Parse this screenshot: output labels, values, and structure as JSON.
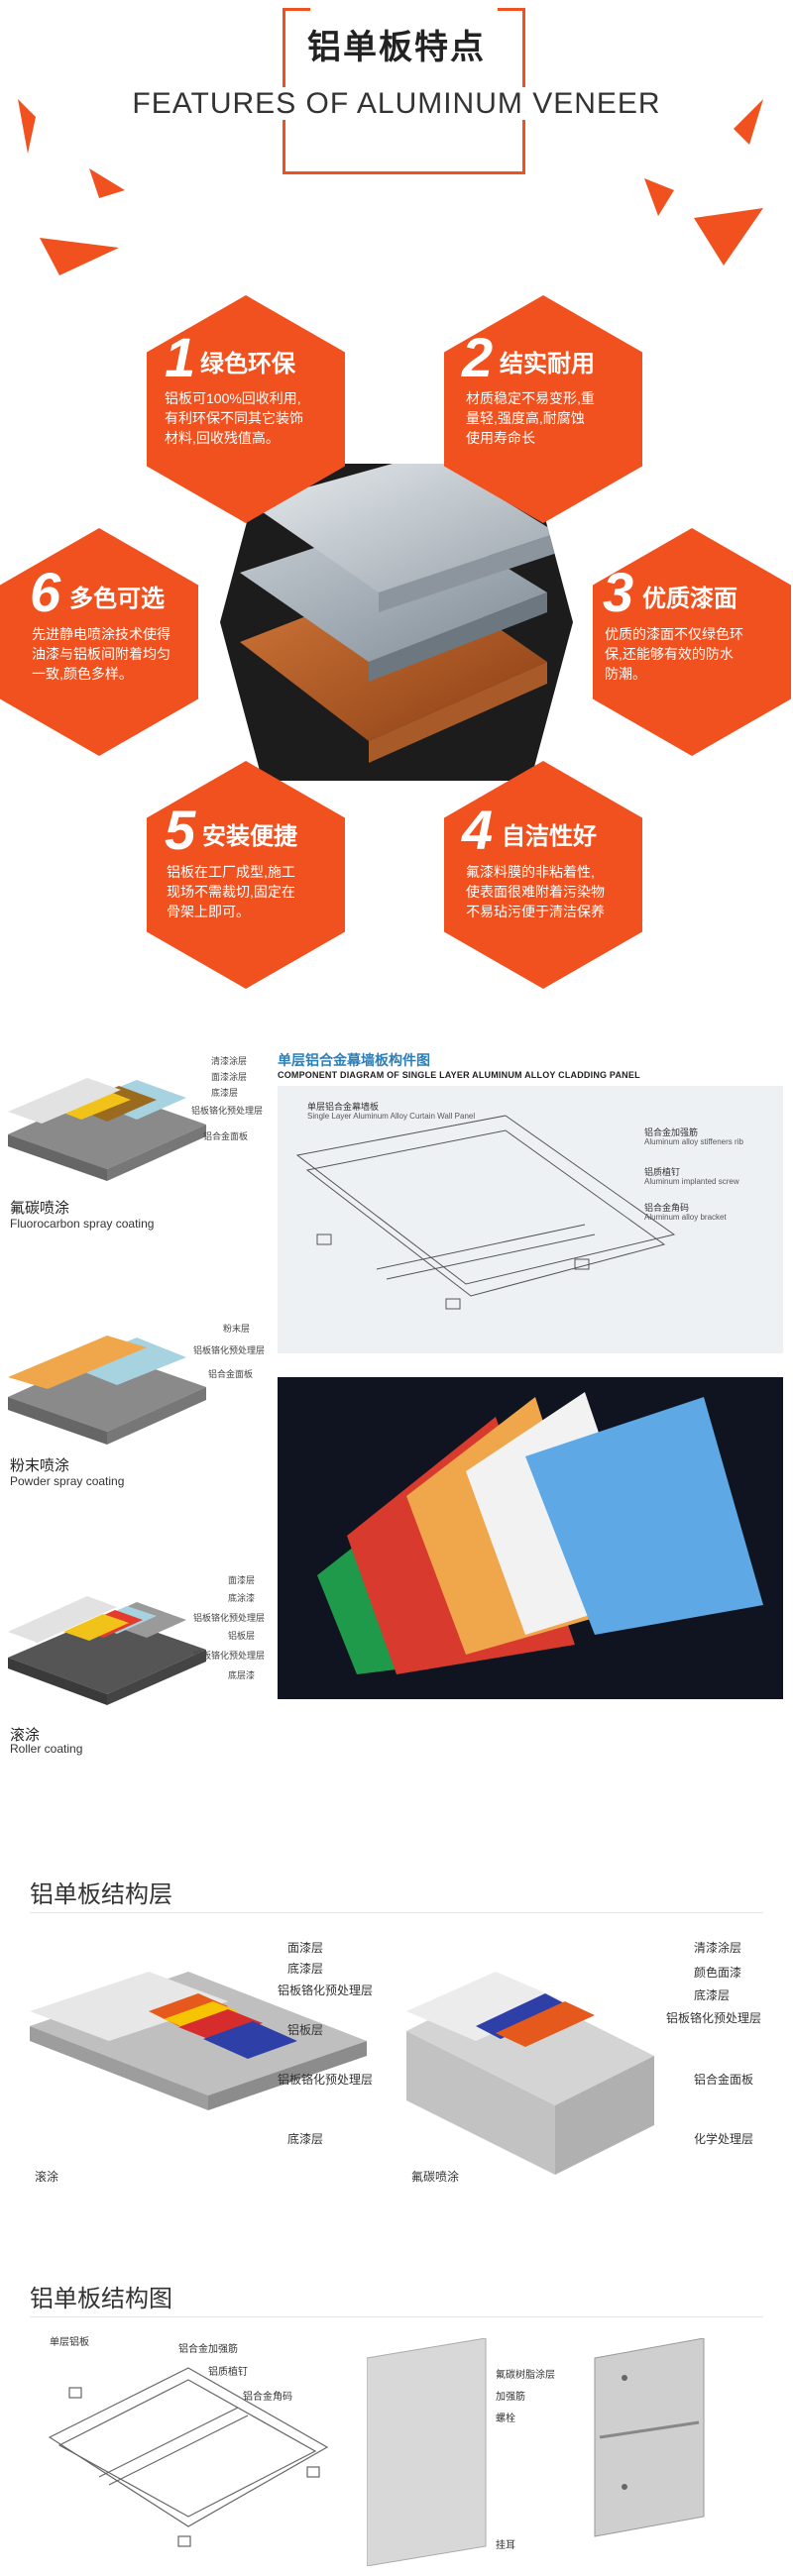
{
  "header": {
    "title_cn": "铝单板特点",
    "title_en": "FEATURES OF ALUMINUM VENEER",
    "accent_color": "#f0511e"
  },
  "features": [
    {
      "num": "1",
      "title": "绿色环保",
      "text": [
        "铝板可100%回收利用,",
        "有利环保不同其它装饰",
        "材料,回收残值高。"
      ]
    },
    {
      "num": "2",
      "title": "结实耐用",
      "text": [
        "材质稳定不易变形,重",
        "量轻,强度高,耐腐蚀",
        "使用寿命长"
      ]
    },
    {
      "num": "3",
      "title": "优质漆面",
      "text": [
        "优质的漆面不仅绿色环",
        "保,还能够有效的防水",
        "防潮。"
      ]
    },
    {
      "num": "4",
      "title": "自洁性好",
      "text": [
        "氟漆料膜的非粘着性,",
        "使表面很难附着污染物",
        "不易玷污便于清洁保养"
      ]
    },
    {
      "num": "5",
      "title": "安装便捷",
      "text": [
        "铝板在工厂成型,施工",
        "现场不需裁切,固定在",
        "骨架上即可。"
      ]
    },
    {
      "num": "6",
      "title": "多色可选",
      "text": [
        "先进静电喷涂技术使得",
        "油漆与铝板间附着均匀",
        "一致,颜色多样。"
      ]
    }
  ],
  "coatings": [
    {
      "cn": "氟碳喷涂",
      "en": "Fluorocarbon spray coating",
      "layers": [
        "清漆涂层",
        "面漆涂层",
        "底漆层",
        "铝板铬化预处理层",
        "铝合金面板"
      ]
    },
    {
      "cn": "粉末喷涂",
      "en": "Powder spray coating",
      "layers": [
        "粉末层",
        "铝板铬化预处理层",
        "铝合金面板"
      ]
    },
    {
      "cn": "滚涂",
      "en": "Roller coating",
      "layers": [
        "面漆层",
        "底涂漆",
        "铝板铬化预处理层",
        "铝板层",
        "铝板铬化预处理层",
        "底层漆"
      ]
    }
  ],
  "component_diagram": {
    "title_cn": "单层铝合金幕墙板构件图",
    "title_en": "COMPONENT DIAGRAM OF SINGLE LAYER ALUMINUM ALLOY CLADDING PANEL",
    "panel_cn": "单层铝合金幕墙板",
    "panel_en": "Single Layer Aluminum Alloy Curtain Wall Panel",
    "parts": [
      {
        "cn": "铝合金加强筋",
        "en": "Aluminum alloy stiffeners rib"
      },
      {
        "cn": "铝质植钉",
        "en": "Aluminum implanted screw"
      },
      {
        "cn": "铝合金角码",
        "en": "Aluminum alloy bracket"
      }
    ]
  },
  "structure_layers": {
    "title": "铝单板结构层",
    "left_caption": "滚涂",
    "left_labels": [
      "面漆层",
      "底漆层",
      "铝板铬化预处理层",
      "铝板层",
      "铝板铬化预处理层",
      "底漆层"
    ],
    "right_caption": "氟碳喷涂",
    "right_labels": [
      "清漆涂层",
      "颜色面漆",
      "底漆层",
      "铝板铬化预处理层",
      "铝合金面板",
      "化学处理层"
    ]
  },
  "structure_diagram": {
    "title": "铝单板结构图",
    "left_labels": [
      "单层铝板",
      "铝合金加强筋",
      "铝质植钉",
      "铝合金角码"
    ],
    "right_labels": [
      "氟碳树脂涂层",
      "加强筋",
      "螺栓",
      "挂耳"
    ]
  }
}
